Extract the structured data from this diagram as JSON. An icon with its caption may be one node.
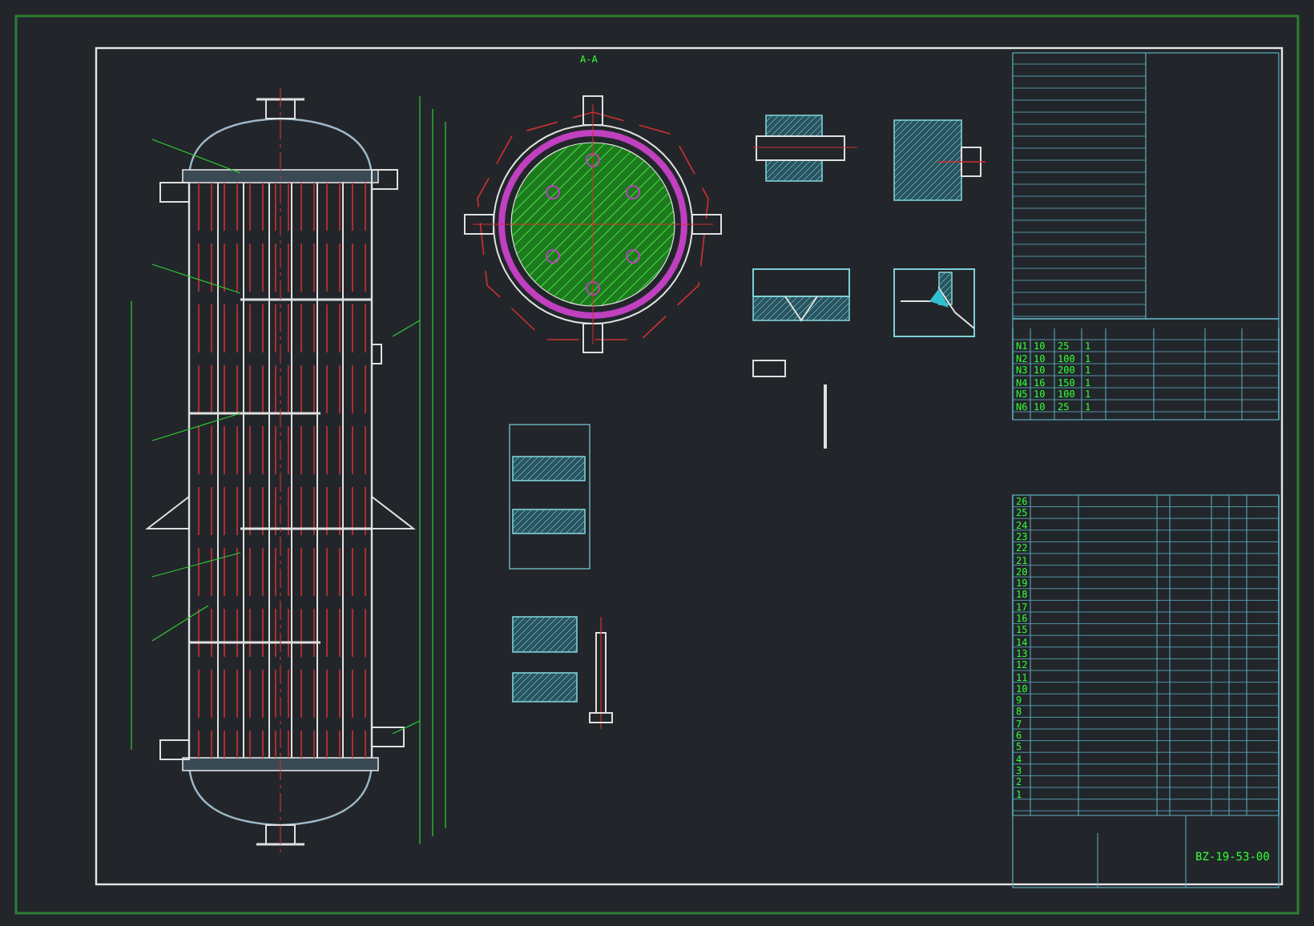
{
  "diagram": {
    "labels": [
      "A-A",
      "N1",
      "10",
      "25",
      "1",
      "N2",
      "10",
      "100",
      "1",
      "N3",
      "10",
      "200",
      "1",
      "N4",
      "16",
      "150",
      "1",
      "N5",
      "10",
      "100",
      "1",
      "N6",
      "10",
      "25",
      "1",
      "26",
      "25",
      "24",
      "23",
      "22",
      "21",
      "20",
      "19",
      "18",
      "17",
      "16",
      "15",
      "14",
      "13",
      "12",
      "11",
      "10",
      "9",
      "8",
      "7",
      "6",
      "5",
      "4",
      "3",
      "2",
      "1",
      "BZ-19-53-00"
    ]
  }
}
